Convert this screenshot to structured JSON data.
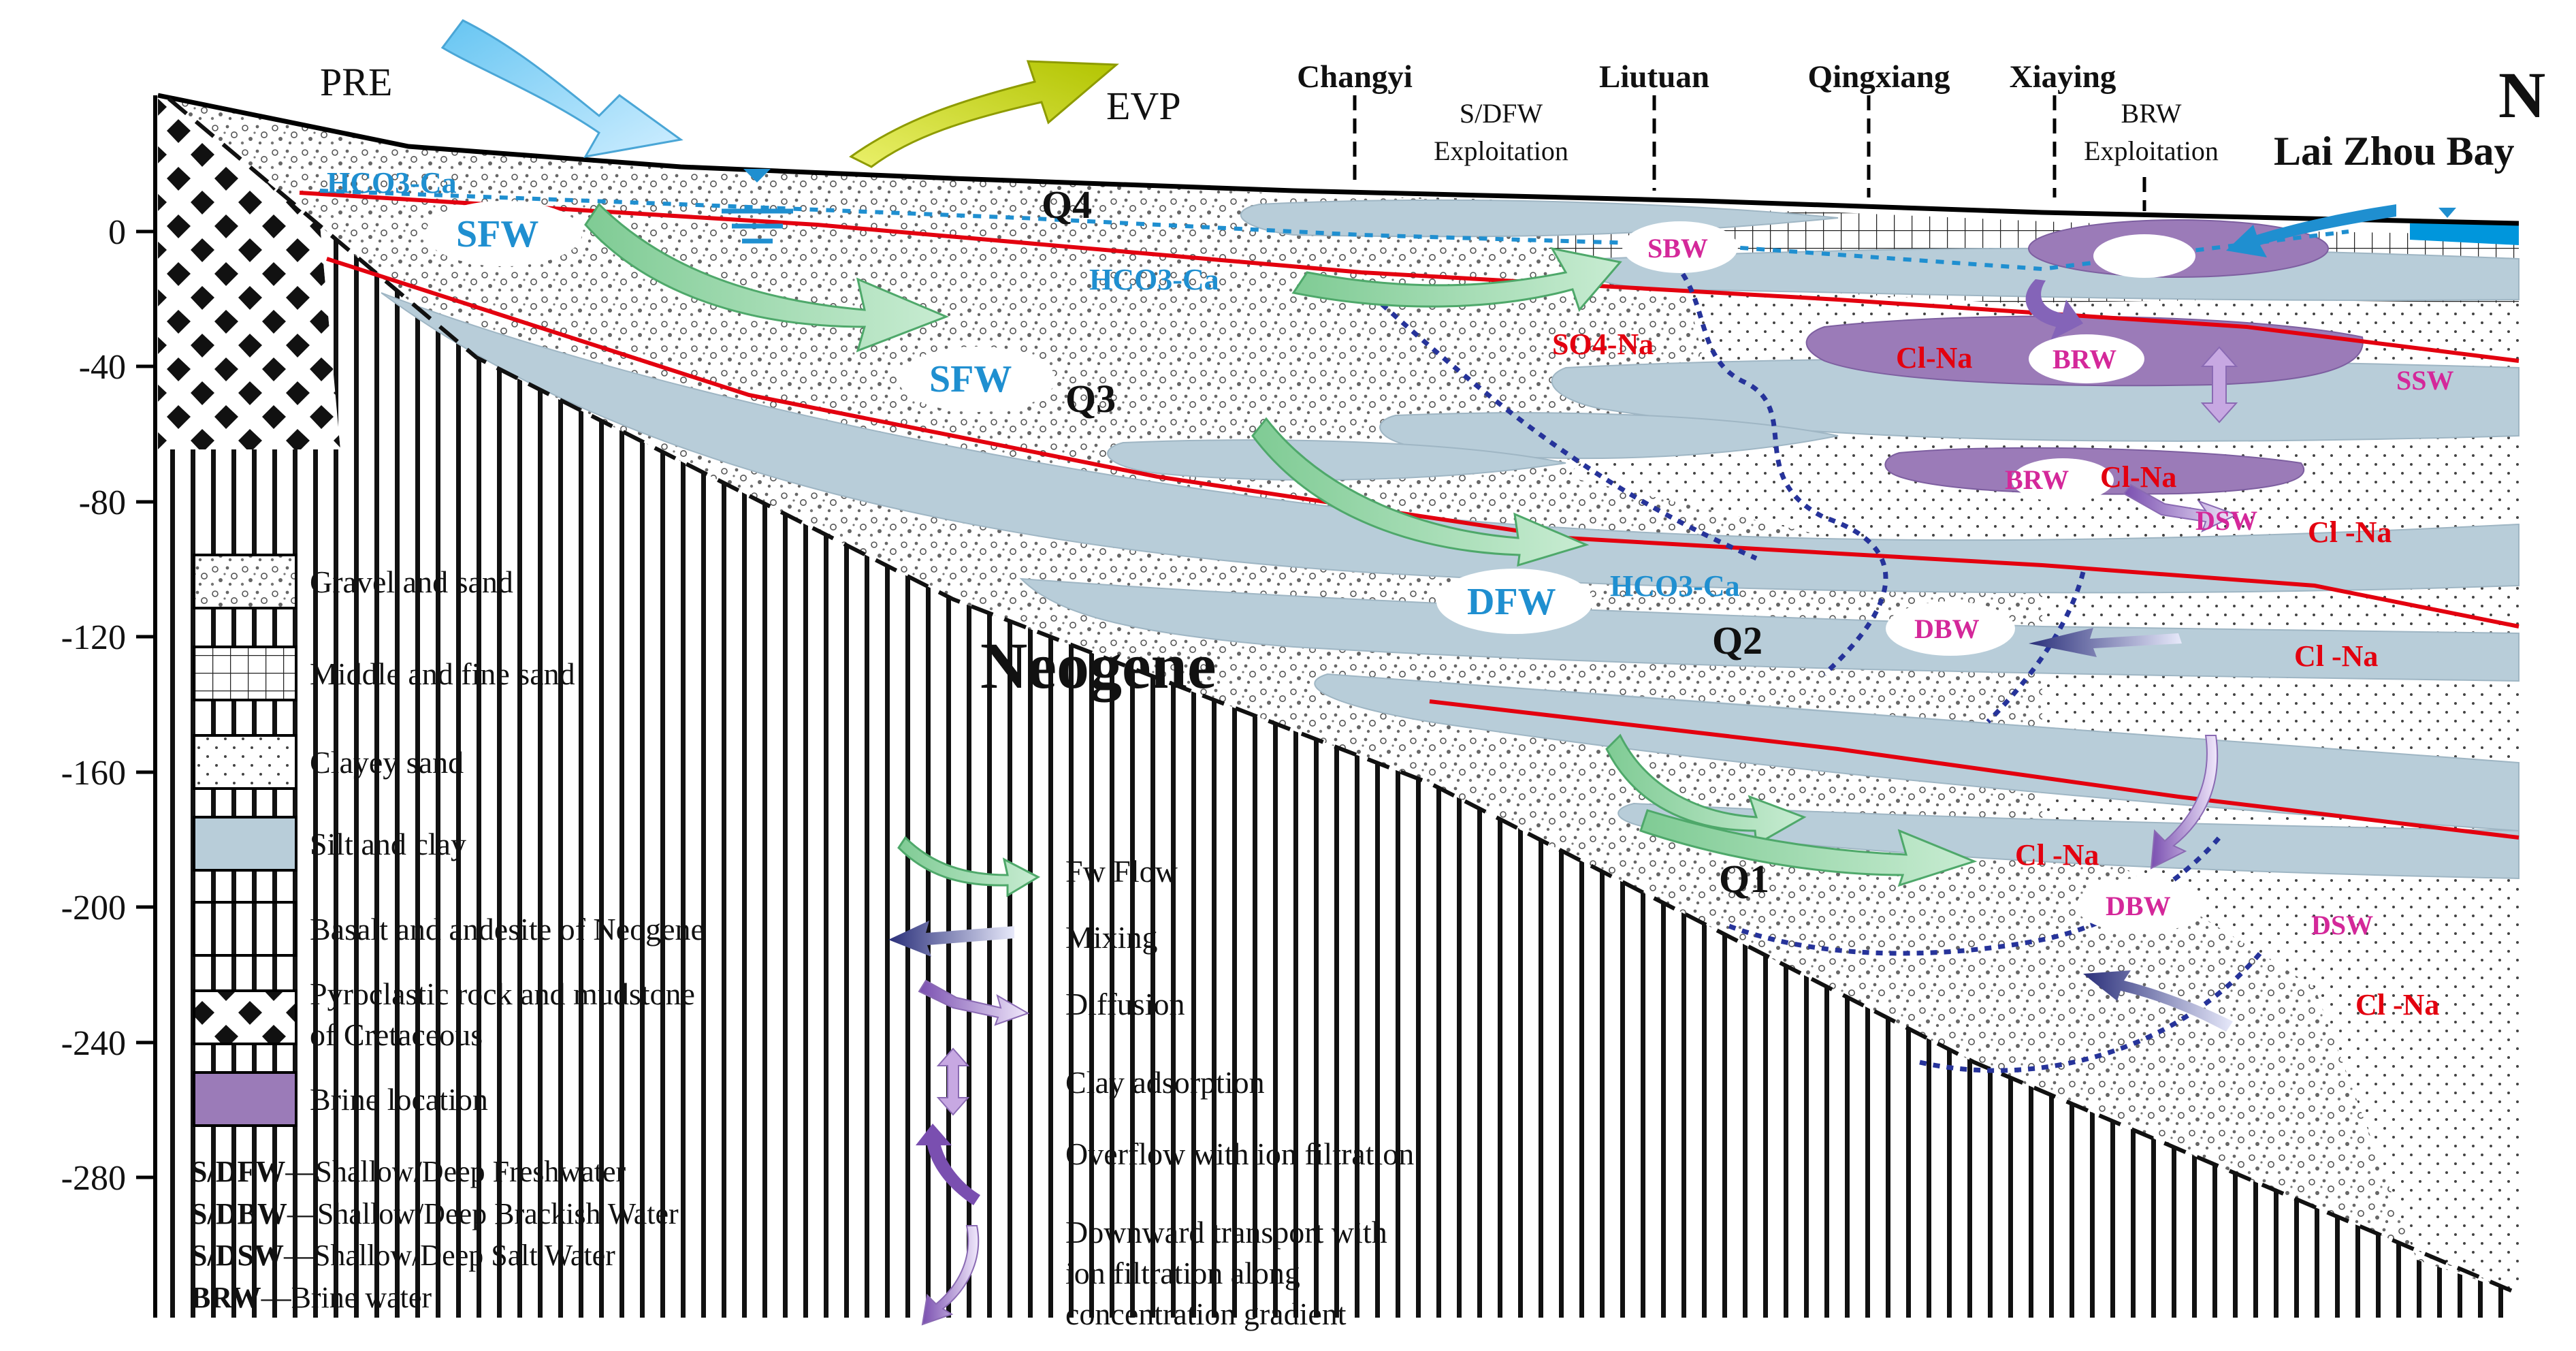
{
  "climate": {
    "pre": "PRE",
    "evp": "EVP"
  },
  "north": "N",
  "bay": "Lai Zhou Bay",
  "locations": [
    "Changyi",
    "Liutuan",
    "Qingxiang",
    "Xiaying"
  ],
  "exploitation": {
    "sdfw": [
      "S/DFW",
      "Exploitation"
    ],
    "brw": [
      "BRW",
      "Exploitation"
    ]
  },
  "y_ticks": [
    "0",
    "-40",
    "-80",
    "-120",
    "-160",
    "-200",
    "-240",
    "-280"
  ],
  "strata": {
    "neogene": "Neogene",
    "q4": "Q4",
    "q3": "Q3",
    "q2": "Q2",
    "q1": "Q1"
  },
  "zones": {
    "sfw_upper": "SFW",
    "sfw_mid": "SFW",
    "dfw": "DFW",
    "sbw": "SBW",
    "dbw_mid": "DBW",
    "dbw_low": "DBW",
    "brw_top": "BRW",
    "brw_mid": "BRW",
    "brw_low": "BRW",
    "dsw_mid": "DSW",
    "dsw_low": "DSW",
    "ssw": "SSW"
  },
  "chemistry": {
    "hco3_1": "HCO3-Ca",
    "hco3_2": "HCO3-Ca",
    "hco3_3": "HCO3-Ca",
    "so4": "SO4-Na",
    "cl1": "Cl-Na",
    "cl2": "Cl-Na",
    "cl3": "Cl -Na",
    "cl4": "Cl -Na",
    "cl5": "Cl -Na",
    "cl6": "Cl -Na"
  },
  "legend": [
    "Gravel and sand",
    "Middle and fine sand",
    "Clayey sand",
    "Silt and clay",
    "Basalt and andesite of Neogene",
    "Pyroclastic rock and mudstone",
    "of Cretaceous",
    "Brine location"
  ],
  "abbreviations": [
    {
      "key": "S/DFW",
      "value": "—Shallow/Deep Freshwater"
    },
    {
      "key": "S/DBW",
      "value": "—Shallow/Deep Brackish Water"
    },
    {
      "key": "S/DSW",
      "value": "—Shallow/Deep Salt Water"
    },
    {
      "key": "BRW",
      "value": "—Brine water"
    }
  ],
  "arrow_legend": [
    "Fw Flow",
    "Mixing",
    "Diffusion",
    "Clay adsorption",
    "Overflow with ion filtration",
    "Downward transport with",
    "ion filtration along",
    "concentration gradient"
  ],
  "colors": {
    "silt_clay": "#b8cdd9",
    "brine": "#9b7bb8",
    "boundary_red": "#e3000f",
    "fresh_flow": "#8fd4a3",
    "blue_text": "#1f8fd0",
    "pink_text": "#d4289a"
  }
}
